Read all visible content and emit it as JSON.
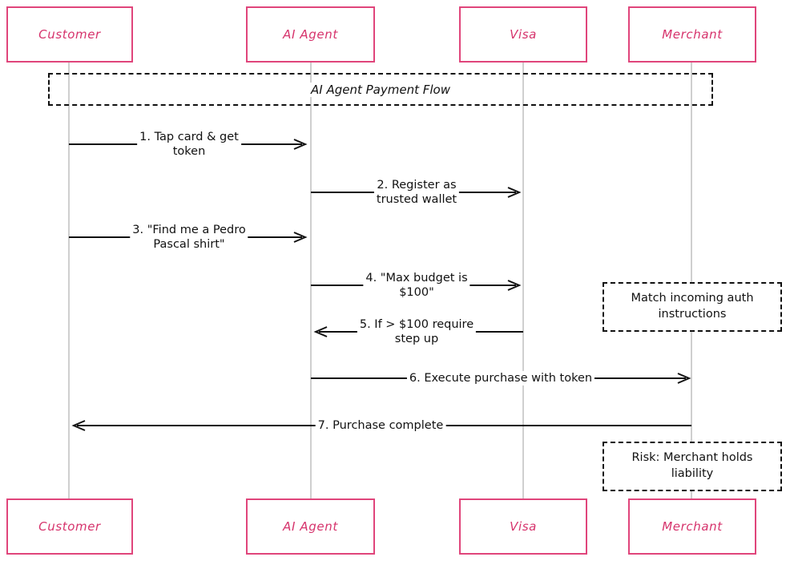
{
  "diagram": {
    "type": "sequence-diagram",
    "title": "AI Agent Payment Flow",
    "accent_color": "#e0457b",
    "label_color": "#d6336c",
    "line_color": "#111111",
    "lifeline_color": "#cfcfcf",
    "background": "#ffffff"
  },
  "participants": [
    {
      "id": "customer",
      "label": "Customer"
    },
    {
      "id": "ai_agent",
      "label": "AI Agent"
    },
    {
      "id": "visa",
      "label": "Visa"
    },
    {
      "id": "merchant",
      "label": "Merchant"
    }
  ],
  "participants_bottom": [
    {
      "id": "customer",
      "label": "Customer"
    },
    {
      "id": "ai_agent",
      "label": "AI Agent"
    },
    {
      "id": "visa",
      "label": "Visa"
    },
    {
      "id": "merchant",
      "label": "Merchant"
    }
  ],
  "fragment": {
    "label": "AI Agent Payment Flow"
  },
  "messages": [
    {
      "index": "1",
      "label": "1. Tap card & get\ntoken",
      "from": "customer",
      "to": "ai_agent",
      "direction": "right"
    },
    {
      "index": "2",
      "label": "2. Register as\ntrusted wallet",
      "from": "ai_agent",
      "to": "visa",
      "direction": "right"
    },
    {
      "index": "3",
      "label": "3. \"Find me a Pedro\nPascal shirt\"",
      "from": "customer",
      "to": "ai_agent",
      "direction": "right"
    },
    {
      "index": "4",
      "label": "4. \"Max budget is\n$100\"",
      "from": "ai_agent",
      "to": "visa",
      "direction": "right"
    },
    {
      "index": "5",
      "label": "5. If > $100 require\nstep up",
      "from": "visa",
      "to": "ai_agent",
      "direction": "left"
    },
    {
      "index": "6",
      "label": "6. Execute purchase with token",
      "from": "ai_agent",
      "to": "merchant",
      "direction": "right"
    },
    {
      "index": "7",
      "label": "7. Purchase complete",
      "from": "merchant",
      "to": "customer",
      "direction": "left"
    }
  ],
  "notes": [
    {
      "id": "note-auth",
      "text": "Match incoming auth\ninstructions"
    },
    {
      "id": "note-risk",
      "text": "Risk: Merchant holds\nliability"
    }
  ]
}
